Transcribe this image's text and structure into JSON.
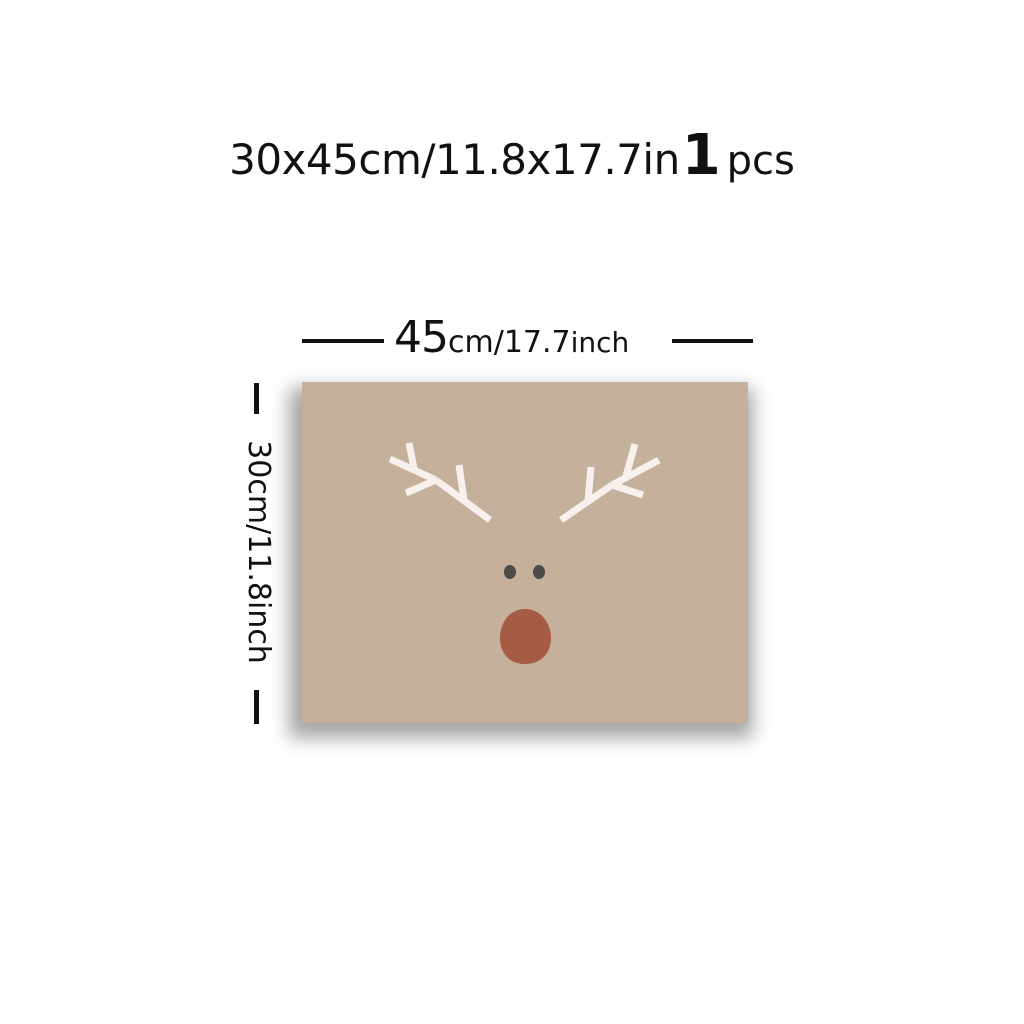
{
  "headline": {
    "size_text": "30x45cm/11.8x17.7in",
    "quantity_number": "1",
    "quantity_unit": "pcs"
  },
  "width_dimension": {
    "number": "45",
    "unit": "cm/17.7",
    "suffix": "inch"
  },
  "height_dimension": {
    "label": "30cm/11.8inch"
  },
  "poster": {
    "subject": "reindeer-face",
    "colors": {
      "background": "#c4b09b",
      "antlers": "#f7f0ec",
      "eyes": "#4e4a47",
      "nose": "#a65b45"
    }
  }
}
